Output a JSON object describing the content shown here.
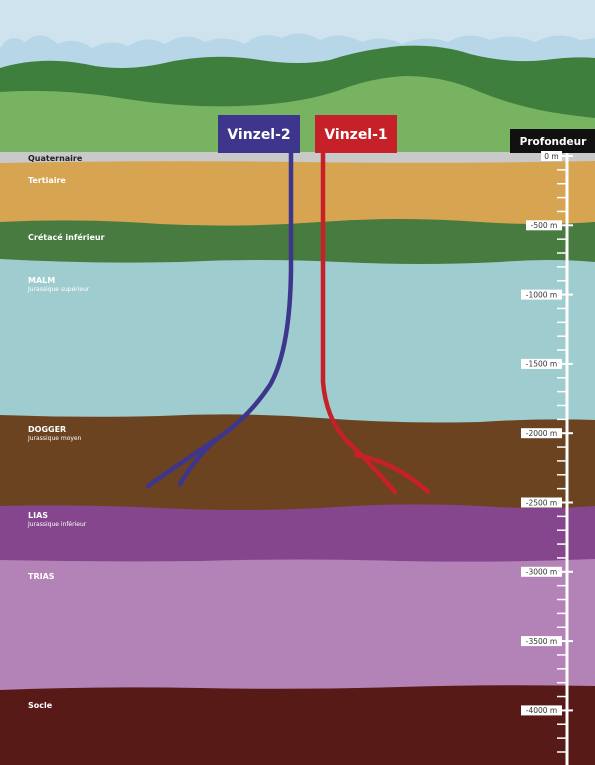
{
  "colors": {
    "sky": "#cfe3ee",
    "cloud": "#b7d7e8",
    "far_hill": "#3f7f3e",
    "near_hill": "#77b360",
    "quaternaire": "#c9c9c9",
    "tertiaire": "#d7a452",
    "cretace": "#477b3f",
    "malm": "#9fcccf",
    "dogger": "#6b4320",
    "lias": "#86468e",
    "trias": "#b382b7",
    "socle": "#581a17",
    "vinzel2": "#3e368c",
    "vinzel1": "#c62028",
    "scale_header": "#111111",
    "scale_line": "#ffffff"
  },
  "wells": [
    {
      "name": "Vinzel-2",
      "color": "#3e368c"
    },
    {
      "name": "Vinzel-1",
      "color": "#c62028"
    }
  ],
  "layers": [
    {
      "name": "Quaternaire",
      "sub": ""
    },
    {
      "name": "Tertiaire",
      "sub": ""
    },
    {
      "name": "Crétacé inférieur",
      "sub": ""
    },
    {
      "name": "MALM",
      "sub": "Jurassique supérieur"
    },
    {
      "name": "DOGGER",
      "sub": "Jurassique moyen"
    },
    {
      "name": "LIAS",
      "sub": "Jurassique inférieur"
    },
    {
      "name": "TRIAS",
      "sub": ""
    },
    {
      "name": "Socle",
      "sub": ""
    }
  ],
  "depth_scale": {
    "title": "Profondeur",
    "labels": [
      "0 m",
      "-500 m",
      "-1000 m",
      "-1500 m",
      "-2000 m",
      "-2500 m",
      "-3000 m",
      "-3500 m",
      "-4000 m"
    ]
  }
}
